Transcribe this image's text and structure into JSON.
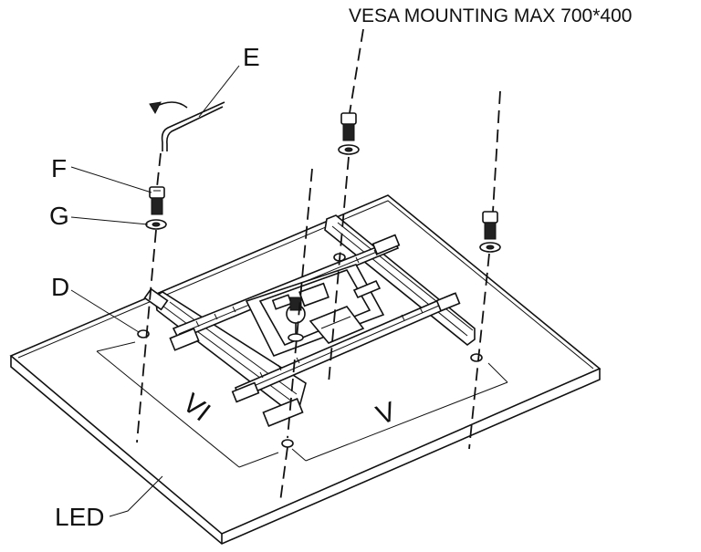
{
  "header": {
    "title": "VESA MOUNTING MAX 700*400"
  },
  "labels": {
    "E": "E",
    "F": "F",
    "G": "G",
    "D": "D",
    "LED": "LED",
    "V": "V",
    "VI": "VI"
  }
}
